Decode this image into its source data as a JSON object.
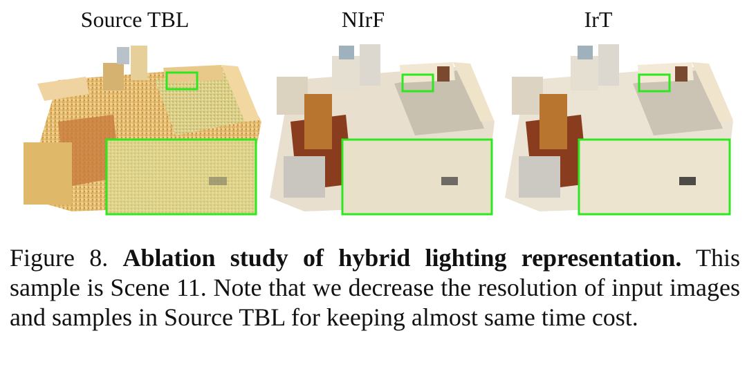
{
  "figure": {
    "panels": [
      {
        "label": "Source TBL",
        "style": "noisy-warm"
      },
      {
        "label": "NIrF",
        "style": "clean"
      },
      {
        "label": "IrT",
        "style": "clean-sharp"
      }
    ],
    "caption": {
      "prefix": "Figure 8. ",
      "title": "Ablation study of hybrid lighting representation.",
      "body": " This sample is Scene 11. Note that we decrease the resolution of input images and samples in Source TBL for keeping almost same time cost."
    },
    "colors": {
      "highlight_box": "#2ee81f"
    }
  }
}
